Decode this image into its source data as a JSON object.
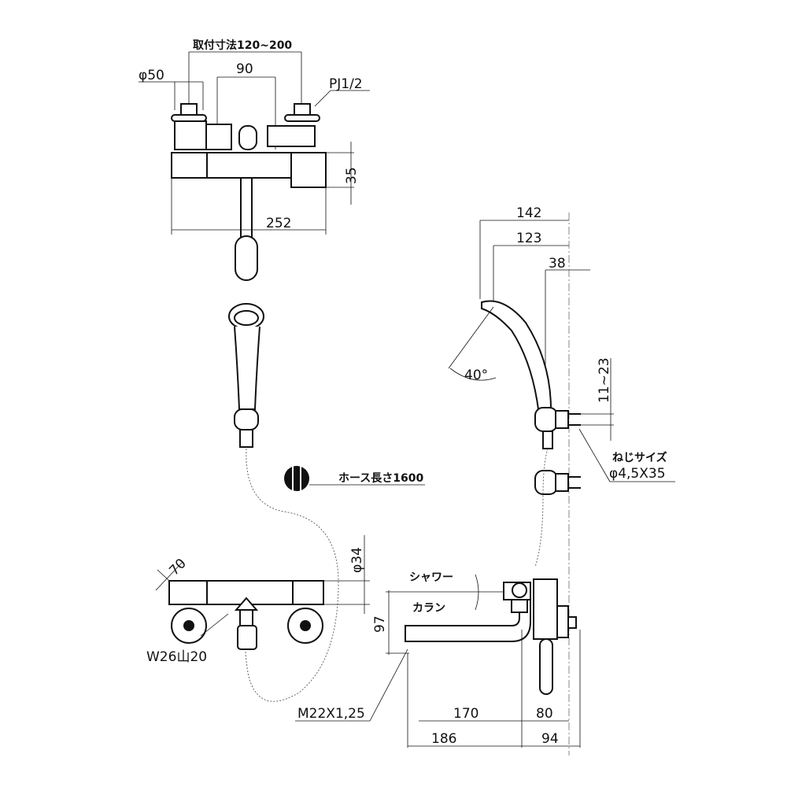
{
  "front_view": {
    "mount_range": "取付寸法120~200",
    "diameter_50": "φ50",
    "dim_90": "90",
    "thread": "PJ1/2",
    "dim_35": "35",
    "dim_252": "252"
  },
  "side_view": {
    "dim_142": "142",
    "dim_123": "123",
    "dim_38": "38",
    "angle": "40°",
    "dim_11_23": "11~23",
    "screw_label": "ねじサイズ",
    "screw_size": "φ4,5X35"
  },
  "hose": {
    "length": "ホース長さ1600"
  },
  "bottom_view": {
    "diameter_34": "φ34",
    "dim_70": "70",
    "thread_w": "W26山20",
    "shower": "シャワー",
    "karan": "カラン",
    "dim_97": "97",
    "spout_thread": "M22X1,25",
    "dim_170": "170",
    "dim_80": "80",
    "dim_186": "186",
    "dim_94": "94"
  }
}
